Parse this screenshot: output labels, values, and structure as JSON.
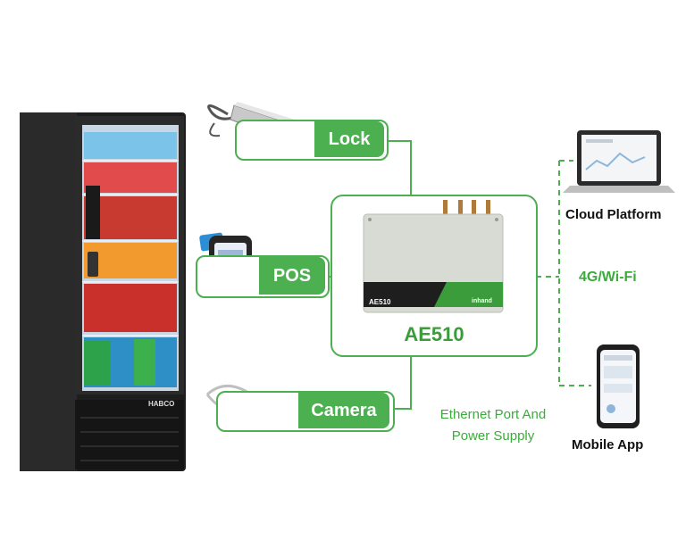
{
  "nodes": {
    "lock": "Lock",
    "pos": "POS",
    "camera": "Camera",
    "controller": "AE510",
    "cloud": "Cloud Platform",
    "mobile": "Mobile App"
  },
  "links": {
    "network": "4G/Wi-Fi",
    "ethernet_line1": "Ethernet Port And",
    "ethernet_line2": "Power Supply"
  },
  "device": {
    "panel_label": "AE510",
    "brand": "inhand"
  },
  "fridge": {
    "brand": "HABCO"
  },
  "colors": {
    "accent": "#4caf50",
    "accent_dark": "#3a9c3a",
    "text_green": "#3cab3c"
  }
}
